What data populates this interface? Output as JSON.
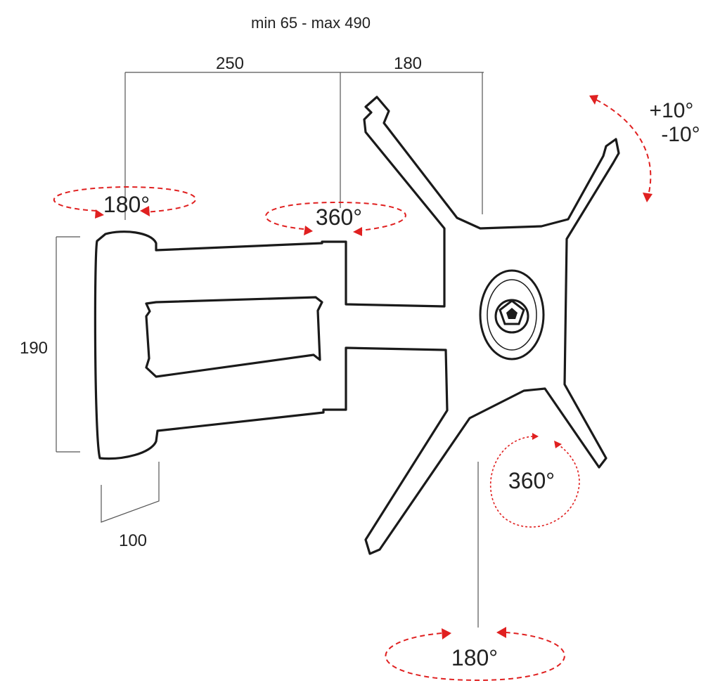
{
  "diagram": {
    "range_label": "min 65 - max  490",
    "dimensions": {
      "arm_length": "250",
      "plate_offset": "180",
      "wall_plate_height": "190",
      "wall_plate_depth": "100"
    },
    "rotations": {
      "wall_swivel": "180°",
      "arm_swivel": "360°",
      "tilt_up": "+10°",
      "tilt_down": "-10°",
      "plate_rotation": "360°",
      "bottom_swivel": "180°"
    },
    "colors": {
      "outline": "#1a1a1a",
      "arrows": "#e02020",
      "dimension_lines": "#555555"
    }
  }
}
